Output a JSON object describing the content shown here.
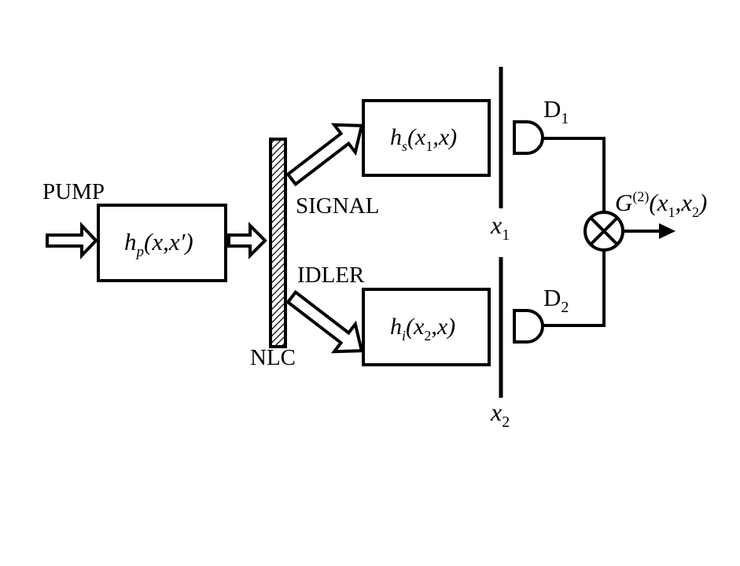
{
  "labels": {
    "pump": "PUMP",
    "nlc": "NLC",
    "signal": "SIGNAL",
    "idler": "IDLER",
    "d1_letter": "D",
    "d1_sub": "1",
    "d2_letter": "D",
    "d2_sub": "2"
  },
  "planes": {
    "x1": {
      "var": "x",
      "sub": "1"
    },
    "x2": {
      "var": "x",
      "sub": "2"
    }
  },
  "blocks": {
    "pump": {
      "h": "h",
      "sub": "p",
      "args": "(x,x′)"
    },
    "signal": {
      "h": "h",
      "sub": "s",
      "args_a": "(x",
      "args_sub": "1",
      "args_b": ",x)"
    },
    "idler": {
      "h": "h",
      "sub": "i",
      "args_a": "(x",
      "args_sub": "2",
      "args_b": ",x)"
    }
  },
  "output": {
    "g": "G",
    "sup": "(2)",
    "args_a": "(x",
    "sub1": "1",
    "args_b": ",x",
    "sub2": "2",
    "args_c": ")"
  },
  "colors": {
    "ink": "#000000",
    "background": "#ffffff"
  }
}
